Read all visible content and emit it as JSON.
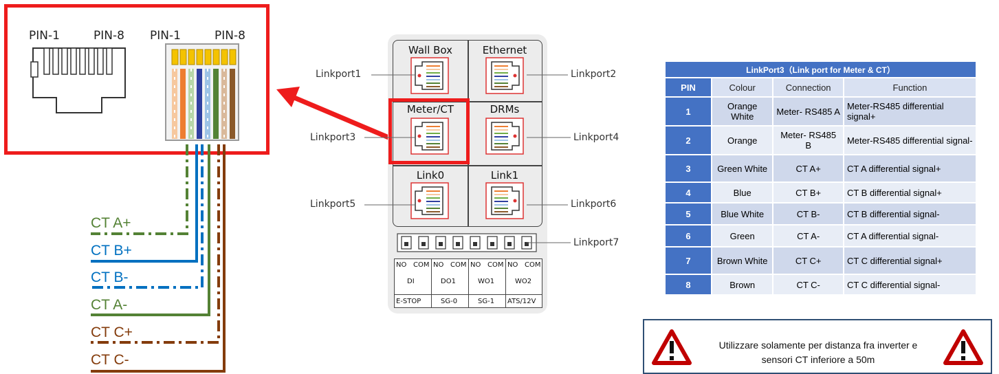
{
  "connector": {
    "jack_pin_left": "PIN-1",
    "jack_pin_right": "PIN-8",
    "plug_pin_left": "PIN-1",
    "plug_pin_right": "PIN-8"
  },
  "ct_labels": [
    "CT A+",
    "CT B+",
    "CT B-",
    "CT A-",
    "CT C+",
    "CT C-"
  ],
  "panel": {
    "wall_box": "Wall Box",
    "ethernet": "Ethernet",
    "meter_ct": "Meter/CT",
    "drms": "DRMs",
    "link0": "Link0",
    "link1": "Link1",
    "terminals": {
      "no1": "NO",
      "com1": "COM",
      "no2": "NO",
      "com2": "COM",
      "no3": "NO",
      "com3": "COM",
      "no4": "NO",
      "com4": "COM",
      "di": "DI",
      "do1": "DO1",
      "wo1": "WO1",
      "wo2": "WO2",
      "estop": "E-STOP",
      "sg0": "SG-0",
      "sg1": "SG-1",
      "ats": "ATS/12V"
    }
  },
  "linkports": {
    "lp1": "Linkport1",
    "lp2": "Linkport2",
    "lp3": "Linkport3",
    "lp4": "Linkport4",
    "lp5": "Linkport5",
    "lp6": "Linkport6",
    "lp7": "Linkport7"
  },
  "table": {
    "title": "LinkPort3（Link port for Meter & CT）",
    "headers": [
      "PIN",
      "Colour",
      "Connection",
      "Function"
    ],
    "rows": [
      {
        "pin": "1",
        "colour": "Orange White",
        "conn": "Meter- RS485 A",
        "func": "Meter-RS485 differential signal+"
      },
      {
        "pin": "2",
        "colour": "Orange",
        "conn": "Meter- RS485 B",
        "func": "Meter-RS485 differential signal-"
      },
      {
        "pin": "3",
        "colour": "Green White",
        "conn": "CT A+",
        "func": "CT A differential signal+"
      },
      {
        "pin": "4",
        "colour": "Blue",
        "conn": "CT B+",
        "func": "CT B differential signal+"
      },
      {
        "pin": "5",
        "colour": "Blue White",
        "conn": "CT B-",
        "func": "CT B differential signal-"
      },
      {
        "pin": "6",
        "colour": "Green",
        "conn": "CT A-",
        "func": "CT A differential signal-"
      },
      {
        "pin": "7",
        "colour": "Brown White",
        "conn": "CT C+",
        "func": "CT C differential signal+"
      },
      {
        "pin": "8",
        "colour": "Brown",
        "conn": "CT C-",
        "func": "CT C differential signal-"
      }
    ]
  },
  "warning": {
    "text_line1": "Utilizzare solamente per distanza fra inverter e",
    "text_line2": "sensori CT inferiore a 50m",
    "icon": "warning-triangle-icon"
  },
  "colors": {
    "highlight": "#ee1c1c",
    "green": "#548235",
    "blue": "#0070c0",
    "brown": "#843c0c",
    "orange": "#ed7d31",
    "table_header": "#4472c4"
  }
}
